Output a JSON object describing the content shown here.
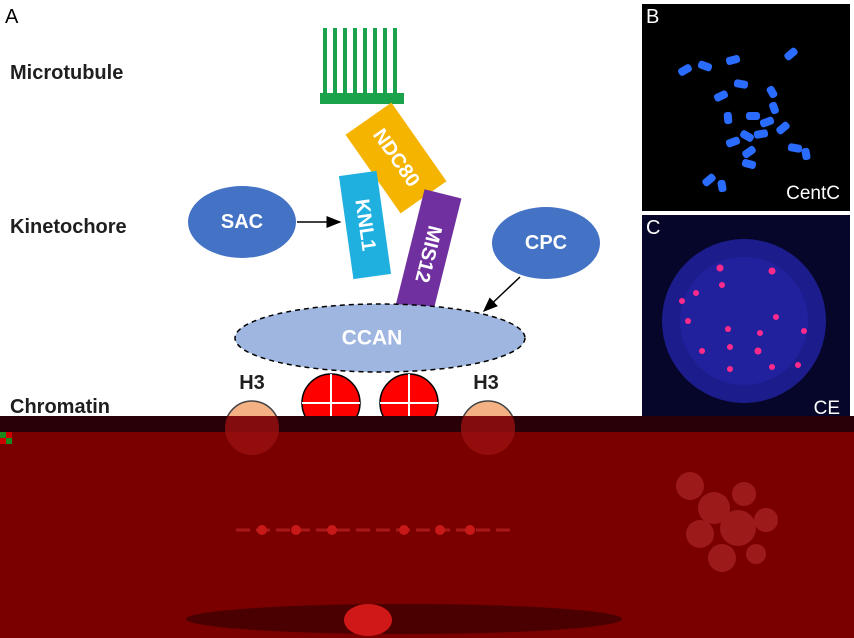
{
  "panel_a": {
    "letter": "A",
    "labels": {
      "microtubule": "Microtubule",
      "kinetochore": "Kinetochore",
      "chromatin": "Chromatin"
    },
    "components": {
      "ndc80": "NDC80",
      "knl1": "KNL1",
      "mis12": "MIS12",
      "sac": "SAC",
      "cpc": "CPC",
      "ccan": "CCAN",
      "h3_left": "H3",
      "h3_right": "H3"
    },
    "colors": {
      "microtubule": "#1aa34a",
      "ndc80": "#f5b400",
      "knl1": "#20b0e0",
      "mis12": "#7030a0",
      "sac": "#4472c4",
      "cpc": "#4472c4",
      "ccan": "#9fb6e0",
      "h3": "#f4b183",
      "cenh3": "#ff0000"
    }
  },
  "panel_b": {
    "letter": "B",
    "caption": "CentC"
  },
  "panel_c": {
    "letter": "C",
    "caption": "CE"
  }
}
